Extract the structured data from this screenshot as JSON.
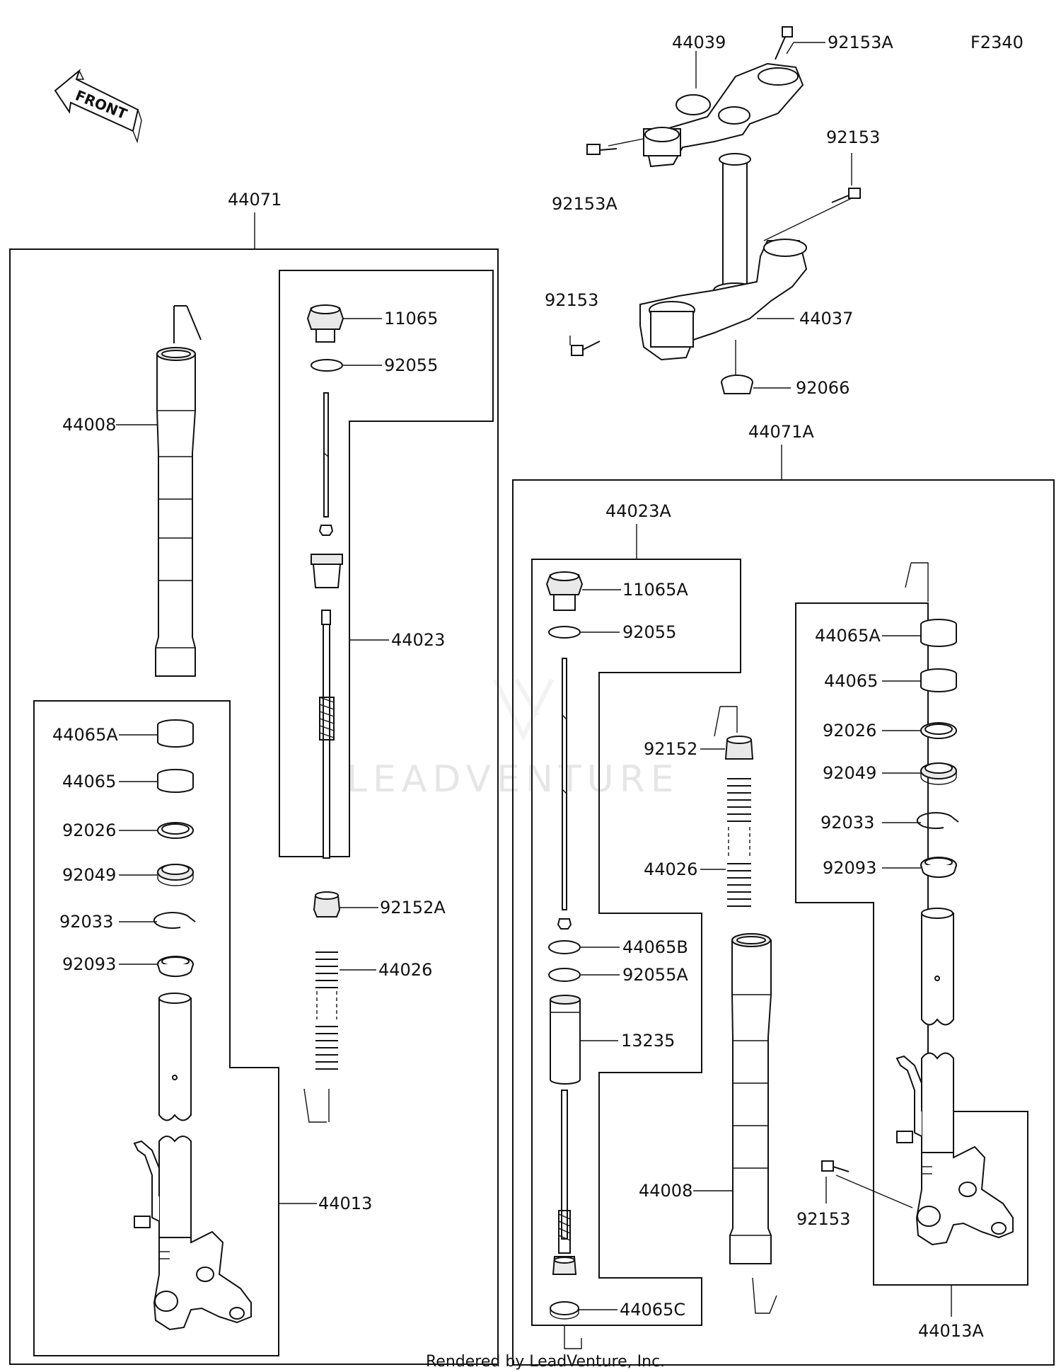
{
  "diagram_code": "F2340",
  "front_label": "FRONT",
  "watermark": "LEADVENTURE",
  "footer": "Rendered by LeadVenture, Inc.",
  "parts": {
    "p44039": "44039",
    "p92153A_top": "92153A",
    "p92153A_left": "92153A",
    "p92153_right": "92153",
    "p92153_left": "92153",
    "p44037": "44037",
    "p92066": "92066",
    "p44071": "44071",
    "p44008_left": "44008",
    "p11065": "11065",
    "p92055_left": "92055",
    "p44023": "44023",
    "p44065A_left": "44065A",
    "p44065_left": "44065",
    "p92026_left": "92026",
    "p92049_left": "92049",
    "p92033_left": "92033",
    "p92093_left": "92093",
    "p92152A": "92152A",
    "p44026_left": "44026",
    "p44013": "44013",
    "p44071A": "44071A",
    "p44023A": "44023A",
    "p11065A": "11065A",
    "p92055_right": "92055",
    "p44065B": "44065B",
    "p92055A": "92055A",
    "p13235": "13235",
    "p44065C": "44065C",
    "p92152": "92152",
    "p44026_right": "44026",
    "p44008_right": "44008",
    "p44065A_right": "44065A",
    "p44065_right": "44065",
    "p92026_right": "92026",
    "p92049_right": "92049",
    "p92033_right": "92033",
    "p92093_right": "92093",
    "p92153_bottom": "92153",
    "p44013A": "44013A"
  }
}
